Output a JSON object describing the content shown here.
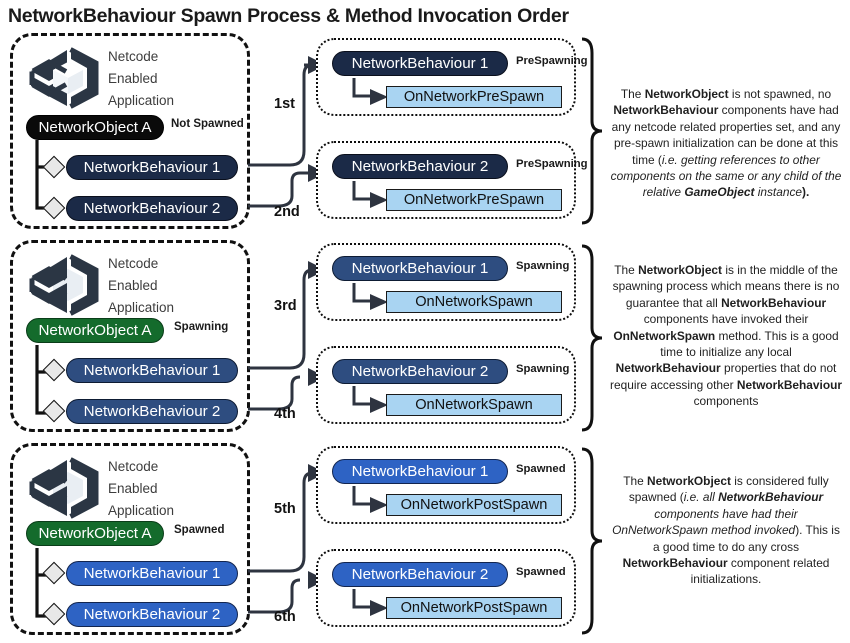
{
  "page": {
    "title": "NetworkBehaviour Spawn Process & Method Invocation Order"
  },
  "colors": {
    "netobject_not_spawned": "#0a0a0a",
    "netobject_spawned": "#146b2c",
    "behaviour_prespawn": "#1b2a47",
    "behaviour_spawning": "#2e4d80",
    "behaviour_spawned": "#2e63c4",
    "method_box": "#a9d4f2",
    "outline": "#111111",
    "text_dark": "#1f1f1f"
  },
  "app_panel": {
    "logo_icon": "unity-cube-icon",
    "caption_lines": [
      "Netcode",
      "Enabled",
      "Application"
    ],
    "caption": "Netcode Enabled Application"
  },
  "sections": [
    {
      "id": "prespawn",
      "network_object": {
        "label": "NetworkObject A",
        "status": "Not Spawned",
        "color_key": "netobject_not_spawned"
      },
      "behaviours": [
        {
          "label": "NetworkBehaviour 1",
          "color_key": "behaviour_prespawn"
        },
        {
          "label": "NetworkBehaviour 2",
          "color_key": "behaviour_prespawn"
        }
      ],
      "order_labels": [
        "1st",
        "2nd"
      ],
      "stages": [
        {
          "behaviour": "NetworkBehaviour 1",
          "status": "PreSpawning",
          "method": "OnNetworkPreSpawn",
          "color_key": "behaviour_prespawn"
        },
        {
          "behaviour": "NetworkBehaviour 2",
          "status": "PreSpawning",
          "method": "OnNetworkPreSpawn",
          "color_key": "behaviour_prespawn"
        }
      ],
      "description_html": "The <b>NetworkObject</b> is not spawned, no <b>NetworkBehaviour</b> components have had any netcode related properties set, and any pre-spawn initialization can be done at this time (<i>i.e. getting references to other components on the same or any child of the relative <b>GameObject</b> instance</i><b>).</b>"
    },
    {
      "id": "spawning",
      "network_object": {
        "label": "NetworkObject A",
        "status": "Spawning",
        "color_key": "netobject_spawned"
      },
      "behaviours": [
        {
          "label": "NetworkBehaviour 1",
          "color_key": "behaviour_spawning"
        },
        {
          "label": "NetworkBehaviour 2",
          "color_key": "behaviour_spawning"
        }
      ],
      "order_labels": [
        "3rd",
        "4th"
      ],
      "stages": [
        {
          "behaviour": "NetworkBehaviour 1",
          "status": "Spawning",
          "method": "OnNetworkSpawn",
          "color_key": "behaviour_spawning"
        },
        {
          "behaviour": "NetworkBehaviour 2",
          "status": "Spawning",
          "method": "OnNetworkSpawn",
          "color_key": "behaviour_spawning"
        }
      ],
      "description_html": "The <b>NetworkObject</b> is in the middle of the spawning process which means there is no guarantee that all <b>NetworkBehaviour</b> components have invoked their <b>OnNetworkSpawn</b> method. This is a good time to initialize any local <b>NetworkBehaviour</b> properties that do not require accessing other <b>NetworkBehaviour</b> components"
    },
    {
      "id": "spawned",
      "network_object": {
        "label": "NetworkObject A",
        "status": "Spawned",
        "color_key": "netobject_spawned"
      },
      "behaviours": [
        {
          "label": "NetworkBehaviour 1",
          "color_key": "behaviour_spawned"
        },
        {
          "label": "NetworkBehaviour 2",
          "color_key": "behaviour_spawned"
        }
      ],
      "order_labels": [
        "5th",
        "6th"
      ],
      "stages": [
        {
          "behaviour": "NetworkBehaviour 1",
          "status": "Spawned",
          "method": "OnNetworkPostSpawn",
          "color_key": "behaviour_spawned"
        },
        {
          "behaviour": "NetworkBehaviour 2",
          "status": "Spawned",
          "method": "OnNetworkPostSpawn",
          "color_key": "behaviour_spawned"
        }
      ],
      "description_html": "The <b>NetworkObject</b> is considered fully spawned (<i>i.e. all <b>NetworkBehaviour</b> components have had their OnNetworkSpawn method invoked</i>). This is a good time to do any cross <b>NetworkBehaviour</b> component related initializations."
    }
  ]
}
